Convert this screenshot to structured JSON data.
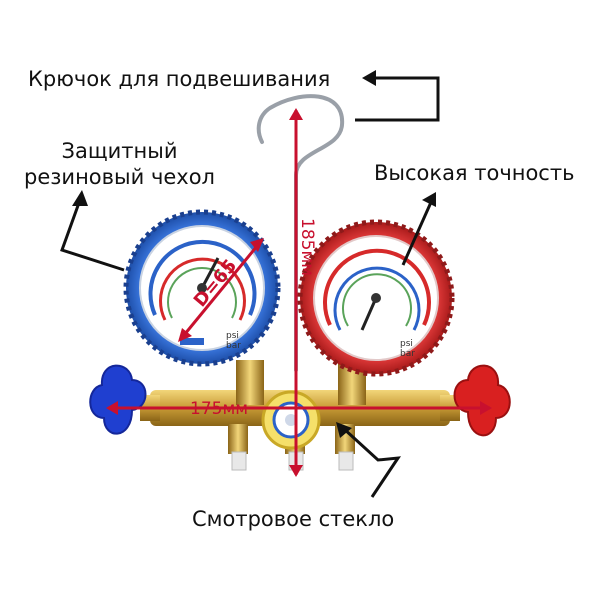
{
  "labels": {
    "hook": "Крючок для подвешивания",
    "guard_line1": "Защитный",
    "guard_line2": "резиновый чехол",
    "precision": "Высокая точность",
    "sight_glass": "Смотровое стекло"
  },
  "dimensions": {
    "width": "175мм",
    "height": "185мм",
    "gauge_diameter": "D=65"
  },
  "gauges": {
    "low": {
      "unit_psi": "psi",
      "unit_bar": "bar"
    },
    "high": {
      "unit_psi": "psi",
      "unit_bar": "bar"
    }
  },
  "colors": {
    "low_side": "#2b62c8",
    "high_side": "#d62a2a",
    "brass": "#caa24a",
    "dimension_line": "#c8102e"
  }
}
